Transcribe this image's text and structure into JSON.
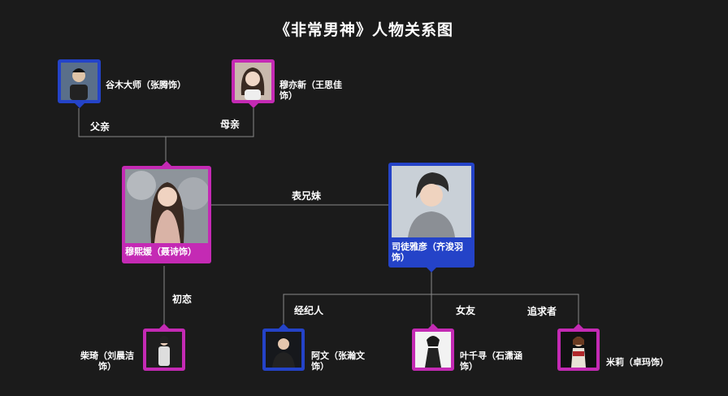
{
  "title": "《非常男神》人物关系图",
  "people": {
    "gumu": "谷木大师（张腾饰）",
    "mu_yixin": "穆亦新（王思佳饰）",
    "mu_xiyuan": "穆熙媛（聂诗饰）",
    "situ": "司徒雅彦（齐浚羽饰）",
    "chai_qi": "柴琦（刘晨洁饰）",
    "a_wen": "阿文（张瀚文饰）",
    "ye_qianxun": "叶千寻（石潇涵饰）",
    "mi_li": "米莉（卓玛饰）"
  },
  "relations": {
    "father": "父亲",
    "mother": "母亲",
    "cousins": "表兄妹",
    "first_love": "初恋",
    "agent": "经纪人",
    "girlfriend": "女友",
    "suitor": "追求者"
  },
  "colors": {
    "background": "#1b1b1b",
    "female_frame": "#c42ab4",
    "male_frame": "#2443c8",
    "line": "#8a8a8a"
  }
}
